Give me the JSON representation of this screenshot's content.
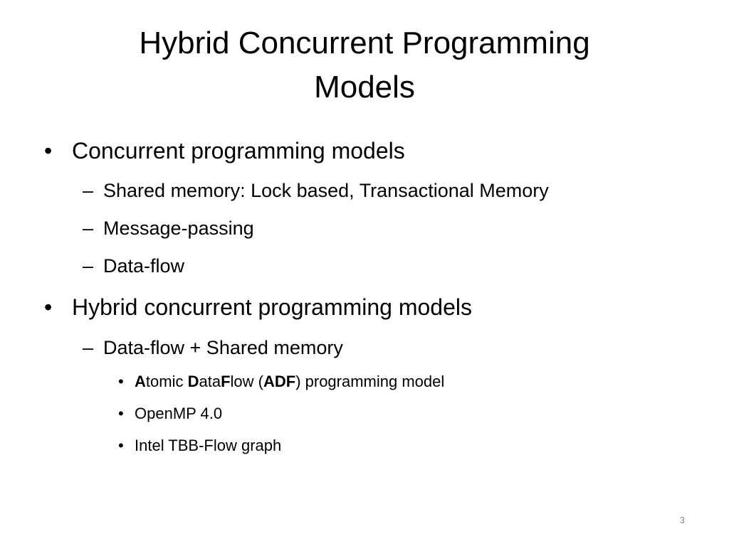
{
  "slide": {
    "title_line1": "Hybrid Concurrent Programming",
    "title_line2": "Models",
    "bullets": {
      "b1": "Concurrent programming models",
      "b1_sub1": "Shared memory: Lock based, Transactional Memory",
      "b1_sub2": "Message-passing",
      "b1_sub3": "Data-flow",
      "b2": "Hybrid concurrent programming models",
      "b2_sub1": "Data-flow + Shared memory",
      "adf": {
        "a_bold": "A",
        "a_rest": "tomic ",
        "d_bold": "D",
        "d_rest": "ata",
        "f_bold": "F",
        "f_rest": "low (",
        "abbr_bold": "ADF",
        "tail": ") programming model"
      },
      "b2_sub1_item2": "OpenMP 4.0",
      "b2_sub1_item3": "Intel TBB-Flow graph"
    },
    "markers": {
      "bullet": "•",
      "dash": "–",
      "small_bullet": "•"
    },
    "page_number": "3"
  }
}
